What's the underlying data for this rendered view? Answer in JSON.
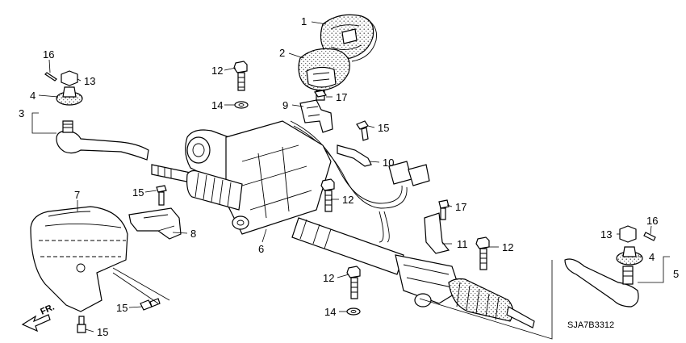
{
  "diagram": {
    "code": "SJA7B3312",
    "direction": "FR.",
    "callouts": [
      {
        "id": "c1",
        "text": "1"
      },
      {
        "id": "c2",
        "text": "2"
      },
      {
        "id": "c3",
        "text": "3"
      },
      {
        "id": "c4L",
        "text": "4"
      },
      {
        "id": "c4R",
        "text": "4"
      },
      {
        "id": "c5",
        "text": "5"
      },
      {
        "id": "c6",
        "text": "6"
      },
      {
        "id": "c7",
        "text": "7"
      },
      {
        "id": "c8",
        "text": "8"
      },
      {
        "id": "c9",
        "text": "9"
      },
      {
        "id": "c10",
        "text": "10"
      },
      {
        "id": "c11",
        "text": "11"
      },
      {
        "id": "c12a",
        "text": "12"
      },
      {
        "id": "c12b",
        "text": "12"
      },
      {
        "id": "c12c",
        "text": "12"
      },
      {
        "id": "c12d",
        "text": "12"
      },
      {
        "id": "c13L",
        "text": "13"
      },
      {
        "id": "c13R",
        "text": "13"
      },
      {
        "id": "c14a",
        "text": "14"
      },
      {
        "id": "c14b",
        "text": "14"
      },
      {
        "id": "c15a",
        "text": "15"
      },
      {
        "id": "c15b",
        "text": "15"
      },
      {
        "id": "c15c",
        "text": "15"
      },
      {
        "id": "c15d",
        "text": "15"
      },
      {
        "id": "c16L",
        "text": "16"
      },
      {
        "id": "c16R",
        "text": "16"
      },
      {
        "id": "c17a",
        "text": "17"
      },
      {
        "id": "c17b",
        "text": "17"
      }
    ]
  }
}
